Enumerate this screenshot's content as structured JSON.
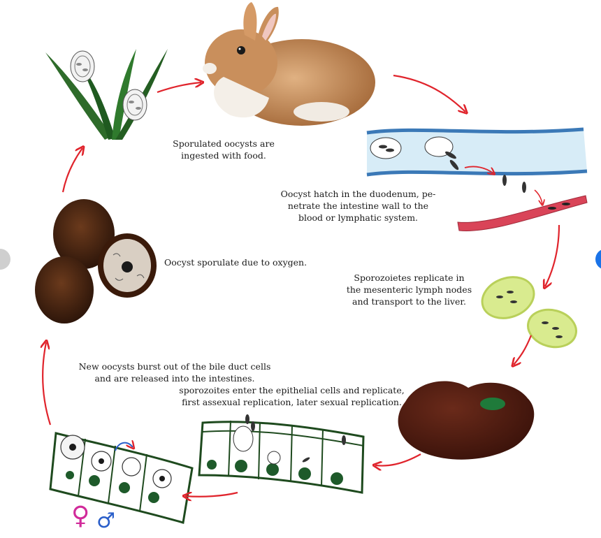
{
  "labels": {
    "ingested": "Sporulated oocysts are\ningested with food.",
    "hatch": "Oocyst hatch in the duodenum, pe-\nnetrate the intestine wall to the\nblood or lymphatic system.",
    "replicate": "Sporozoietes replicate in\nthe mesenteric lymph nodes\nand transport to the liver.",
    "sporulate": "Oocyst sporulate due to oxygen.",
    "burst": "New oocysts burst out of the bile duct cells\nand are released into the intestines.",
    "epithelial": "sporozoites enter the epithelial cells and replicate,\nfirst assexual replication, later sexual replication."
  },
  "symbols": {
    "female": "♀",
    "male": "♂"
  },
  "colors": {
    "arrow": "#e0242c",
    "grass": "#2e6b2a",
    "rabbit_fur": "#c48a56",
    "intestine_blue": "#3b79b7",
    "intestine_fill": "#d7ecf7",
    "blood_vessel": "#d94458",
    "lymph_node": "#d9eb8f",
    "liver": "#4d1a10",
    "liver_spot": "#1f7a3a",
    "epithelium": "#1e4a1e",
    "nucleus": "#1e5a2a",
    "oocyst_dark": "#4a2612",
    "female_symbol": "#d12a9a",
    "male_symbol": "#2a5ec9"
  }
}
